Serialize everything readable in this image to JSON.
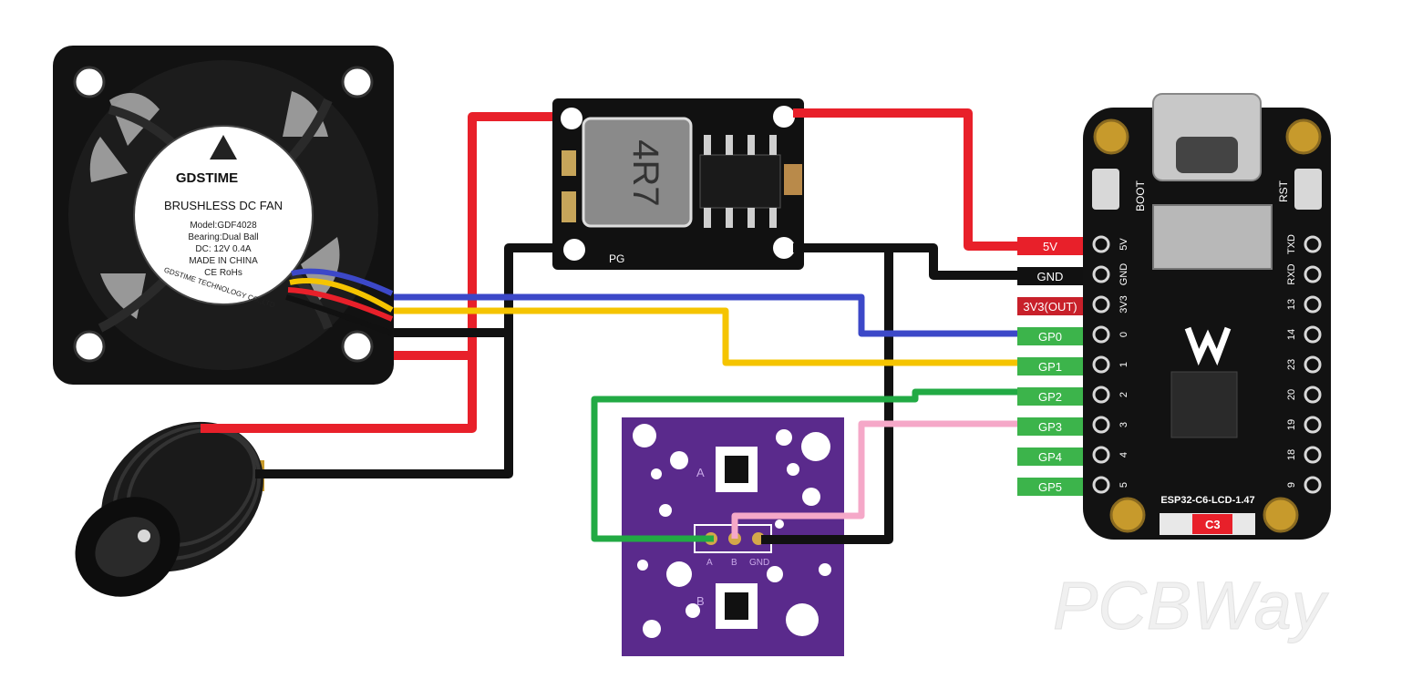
{
  "fan": {
    "brand": "GDSTIME",
    "title": "BRUSHLESS DC FAN",
    "model": "Model:GDF4028",
    "bearing": "Bearing:Dual Ball",
    "rating": "DC: 12V   0.4A",
    "origin": "MADE IN CHINA",
    "cert": "CE  RoHs",
    "maker": "GDSTIME TECHNOLOGY CO.,LTD"
  },
  "converter": {
    "inductor": "4R7",
    "pg": "PG"
  },
  "encoder_board": {
    "pin_a": "A",
    "pin_b": "B",
    "pin_gnd": "GND",
    "switch_a": "A",
    "switch_b": "B"
  },
  "esp_board": {
    "name": "ESP32-C6-LCD-1.47",
    "boot": "BOOT",
    "rst": "RST",
    "left_pins": [
      "5V",
      "GND",
      "3V3",
      "0",
      "1",
      "2",
      "3",
      "4",
      "5"
    ],
    "right_pins": [
      "TXD",
      "RXD",
      "13",
      "14",
      "23",
      "20",
      "19",
      "18",
      "9"
    ],
    "c3": "C3"
  },
  "pin_labels": [
    {
      "text": "5V",
      "color": "#e8202a"
    },
    {
      "text": "GND",
      "color": "#111111"
    },
    {
      "text": "3V3(OUT)",
      "color": "#c8202a"
    },
    {
      "text": "GP0",
      "color": "#3cb44b"
    },
    {
      "text": "GP1",
      "color": "#3cb44b"
    },
    {
      "text": "GP2",
      "color": "#3cb44b"
    },
    {
      "text": "GP3",
      "color": "#3cb44b"
    },
    {
      "text": "GP4",
      "color": "#3cb44b"
    },
    {
      "text": "GP5",
      "color": "#3cb44b"
    }
  ],
  "wire_colors": {
    "power": "#e8202a",
    "ground": "#111111",
    "pwm": "#3c48c8",
    "tach": "#f5c400",
    "enc_a": "#22aa44",
    "enc_b": "#f5a8c8"
  },
  "watermark": "PCBWay"
}
